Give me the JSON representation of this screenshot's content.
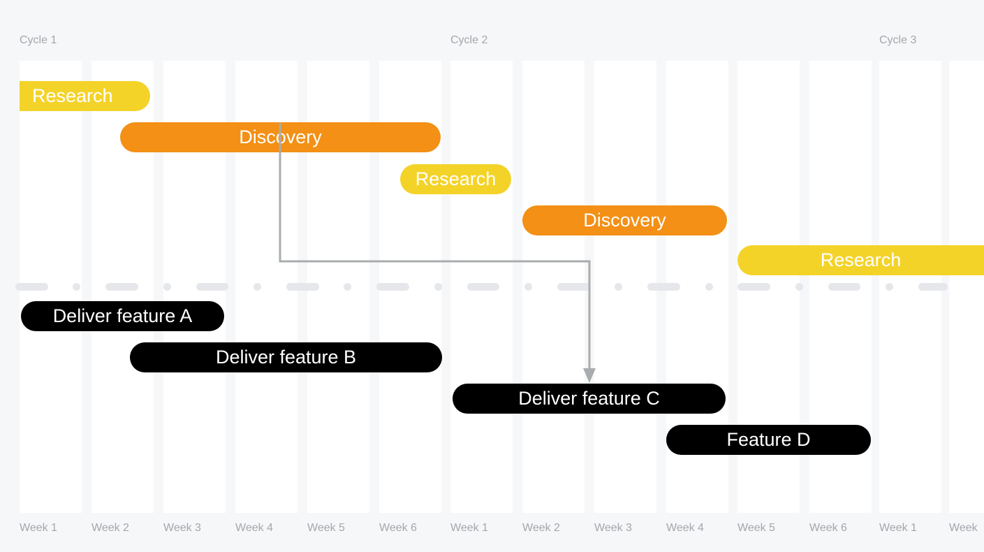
{
  "cycles": [
    "Cycle 1",
    "Cycle 2",
    "Cycle 3"
  ],
  "weeks": [
    "Week 1",
    "Week 2",
    "Week 3",
    "Week 4",
    "Week 5",
    "Week 6",
    "Week 1",
    "Week 2",
    "Week 3",
    "Week 4",
    "Week 5",
    "Week 6",
    "Week 1",
    "Week"
  ],
  "tasks": {
    "research_1": "Research",
    "discovery_1": "Discovery",
    "research_2": "Research",
    "discovery_2": "Discovery",
    "research_3": "Research",
    "feature_a": "Deliver feature A",
    "feature_b": "Deliver feature B",
    "feature_c": "Deliver feature C",
    "feature_d": "Feature D"
  },
  "colors": {
    "research": "#f4d329",
    "discovery": "#f39015",
    "delivery": "#000000",
    "dependency_arrow": "#a9acae",
    "separator": "#e6e7ea"
  }
}
